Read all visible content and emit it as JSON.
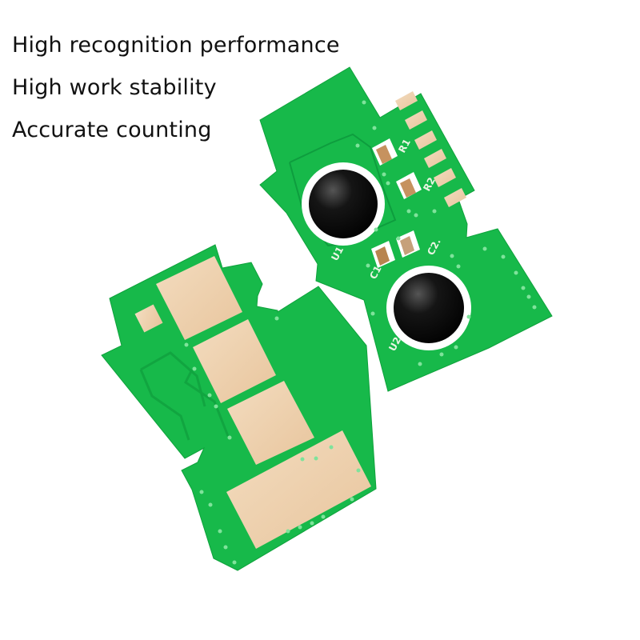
{
  "features": [
    "High recognition performance",
    "High work stability",
    "Accurate counting"
  ],
  "chip_back": {
    "labels": {
      "r1": "R1",
      "r2": "R2",
      "u1": "U1",
      "u2": "U2",
      "c1": "C1",
      "c2": "C2."
    }
  },
  "colors": {
    "pcb_green": "#17b94a",
    "pad_gold": "#efd2b0",
    "epoxy_black": "#0a0a0a"
  }
}
